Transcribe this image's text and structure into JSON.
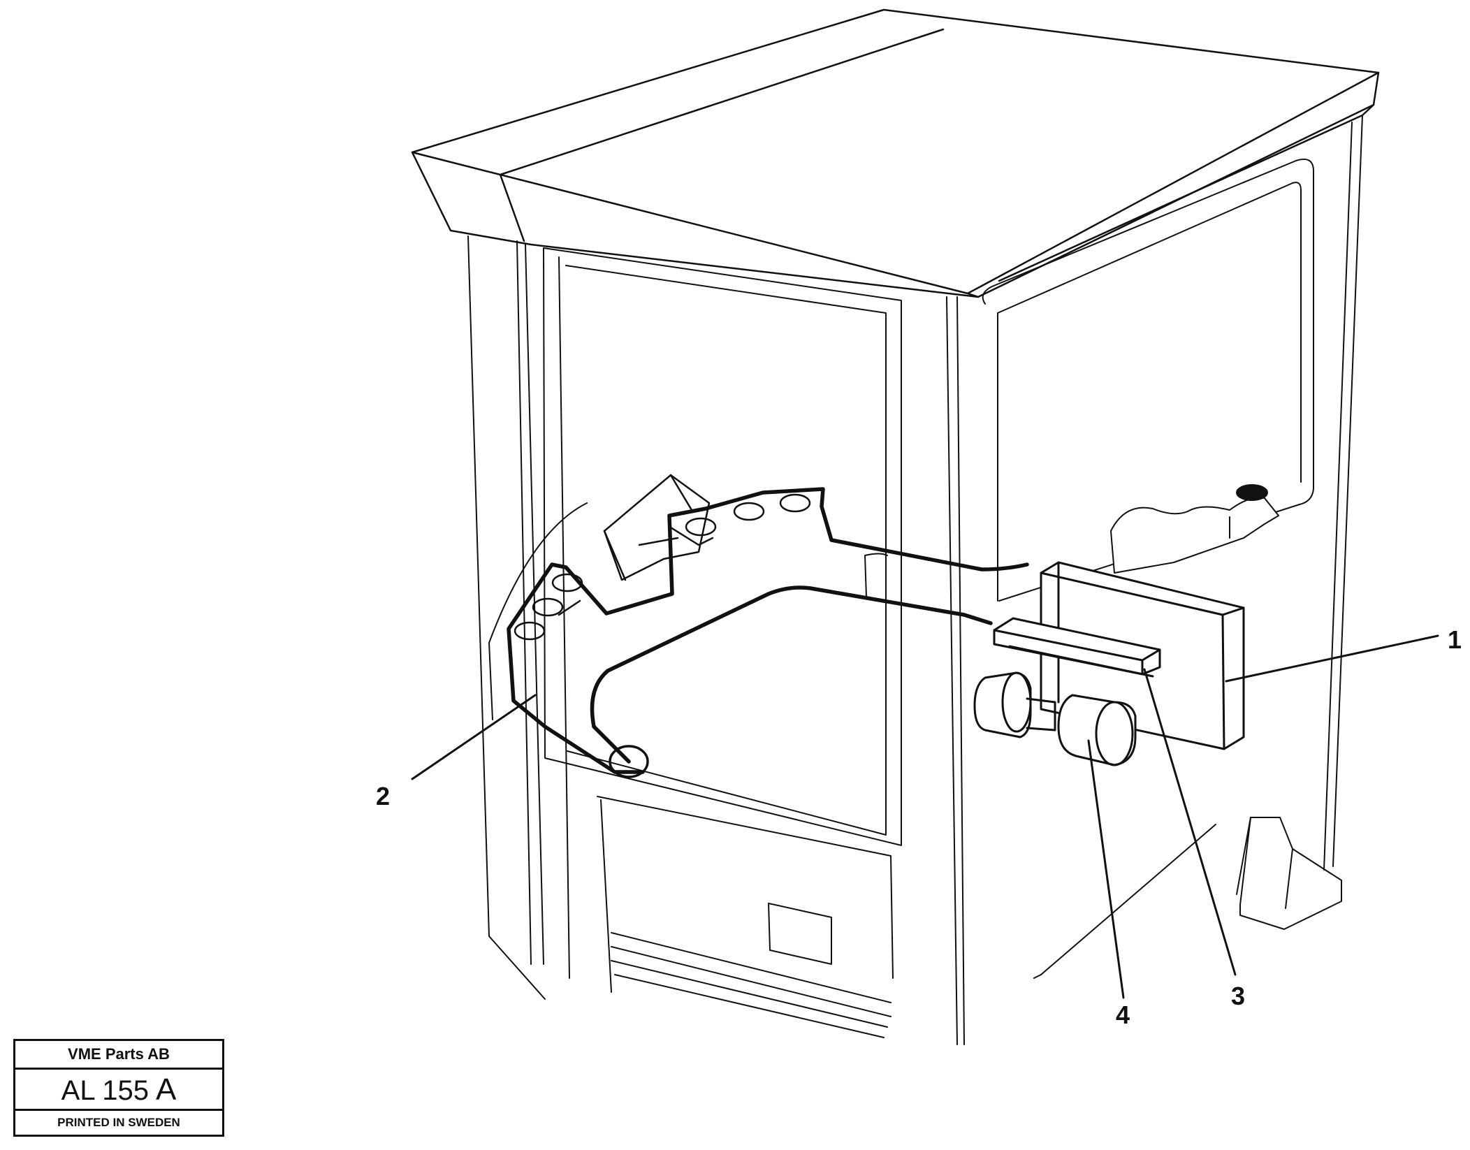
{
  "callouts": [
    {
      "id": "1",
      "label": "1"
    },
    {
      "id": "2",
      "label": "2"
    },
    {
      "id": "3",
      "label": "3"
    },
    {
      "id": "4",
      "label": "4"
    }
  ],
  "stamp": {
    "company": "VME Parts AB",
    "code": "AL 155",
    "revision": "A",
    "printed": "PRINTED IN SWEDEN"
  },
  "colors": {
    "line": "#111111",
    "background": "#ffffff"
  }
}
